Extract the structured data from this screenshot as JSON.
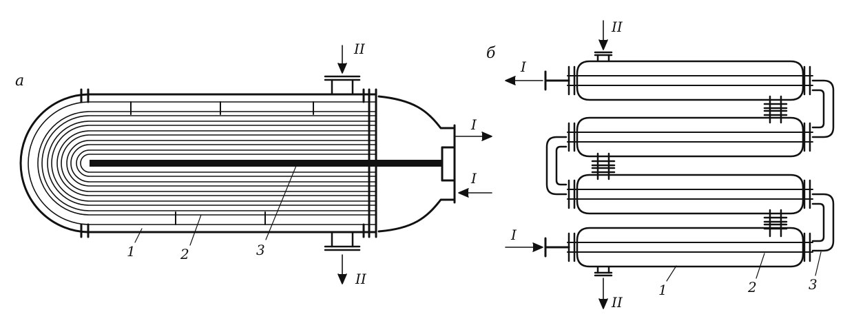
{
  "panels": {
    "a": {
      "letter": "а",
      "flows": {
        "ii_in": "II",
        "i_out": "I",
        "i_in": "I",
        "ii_out": "II"
      },
      "callouts": [
        "1",
        "2",
        "3"
      ]
    },
    "b": {
      "letter": "б",
      "flows": {
        "ii_in": "II",
        "i_out": "I",
        "i_in": "I",
        "ii_out": "II"
      },
      "callouts": [
        "1",
        "2",
        "3"
      ]
    }
  },
  "colors": {
    "ink": "#111111",
    "paper": "#ffffff"
  }
}
